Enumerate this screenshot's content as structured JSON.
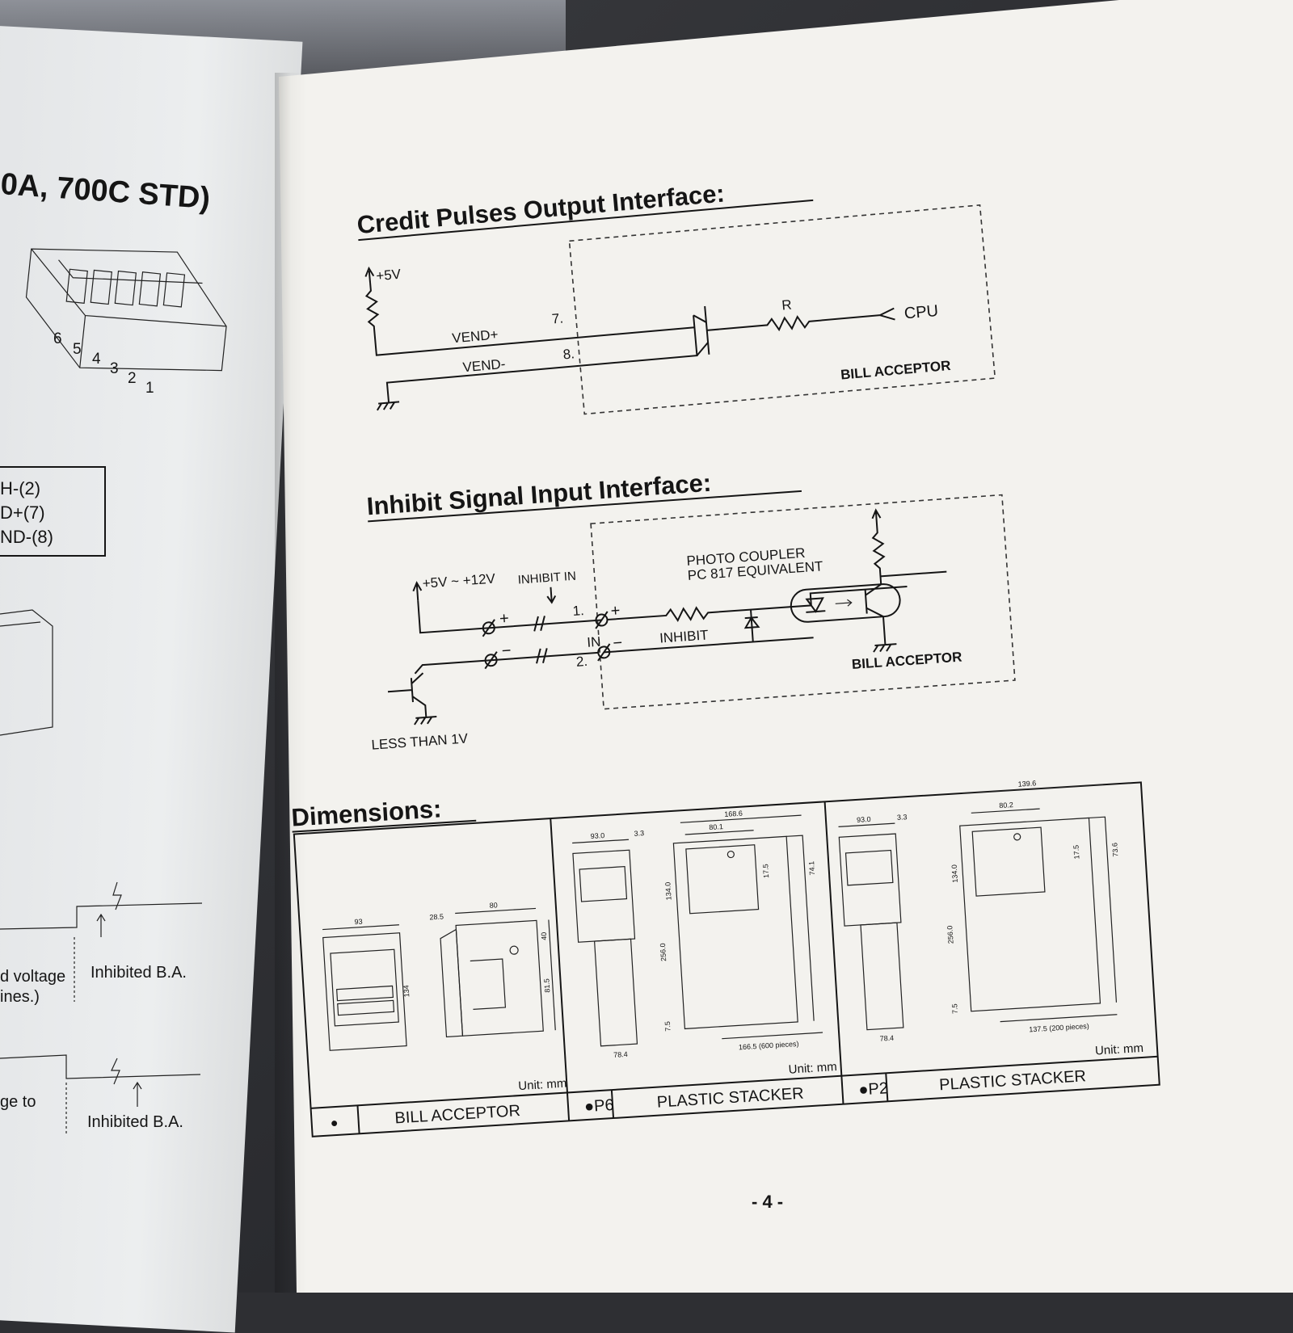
{
  "left_page": {
    "model_heading": "0A, 700C STD)",
    "pin_numbers": [
      "6",
      "5",
      "4",
      "3",
      "2",
      "1"
    ],
    "pin_labels": [
      "H-(2)",
      "D+(7)",
      "ND-(8)"
    ],
    "caption_voltage": "d voltage",
    "caption_lines": "ines.)",
    "caption_inhibited_1": "Inhibited B.A.",
    "caption_ge_to": "ge to",
    "caption_inhibited_2": "Inhibited B.A."
  },
  "credit_section": {
    "title": "Credit Pulses Output Interface:",
    "plus5v": "+5V",
    "vend_plus": "VEND+",
    "pin7": "7.",
    "vend_minus": "VEND-",
    "pin8": "8.",
    "resistor": "R",
    "cpu": "CPU",
    "bill_acceptor": "BILL ACCEPTOR"
  },
  "inhibit_section": {
    "title": "Inhibit Signal Input Interface:",
    "supply": "+5V ~ +12V",
    "inhibit_in": "INHIBIT IN",
    "pin1": "1.",
    "in_label": "IN",
    "pin2": "2.",
    "inhibit": "INHIBIT",
    "photo_coupler": "PHOTO COUPLER",
    "pc817": "PC 817 EQUIVALENT",
    "bill_acceptor": "BILL ACCEPTOR",
    "less_than": "LESS THAN 1V",
    "plus": "+",
    "minus": "−"
  },
  "dimensions": {
    "title": "Dimensions:",
    "unit": "Unit: mm",
    "bill_acceptor": {
      "bullet": "●",
      "label": "BILL   ACCEPTOR",
      "dims": [
        "93",
        "134",
        "28.5",
        "80",
        "40",
        "81.5"
      ]
    },
    "p6": {
      "code": "●P6",
      "label": "PLASTIC   STACKER",
      "dims": [
        "93.0",
        "3.3",
        "168.6",
        "80.1",
        "17.5",
        "74.1",
        "134.0",
        "256.0",
        "7.5",
        "78.4",
        "166.5 (600 pieces)"
      ]
    },
    "p2": {
      "code": "●P2",
      "label": "PLASTIC   STACKER",
      "dims": [
        "93.0",
        "3.3",
        "139.6",
        "80.2",
        "17.5",
        "73.6",
        "134.0",
        "256.0",
        "7.5",
        "78.4",
        "137.5 (200 pieces)"
      ]
    }
  },
  "page_number": "- 4 -"
}
